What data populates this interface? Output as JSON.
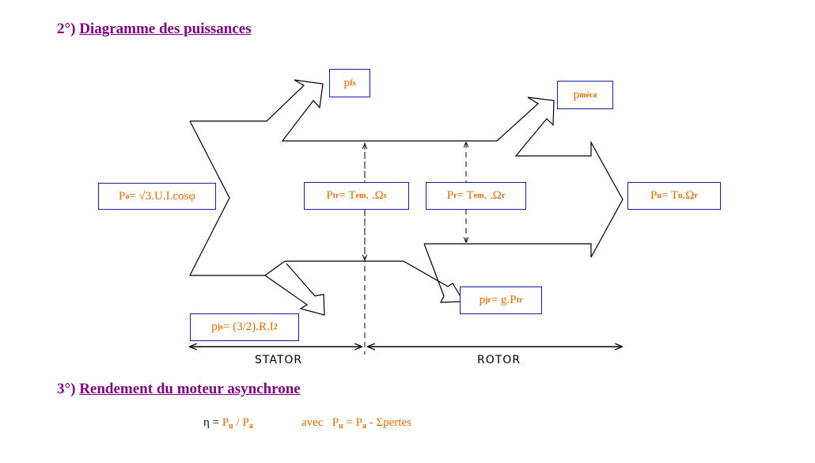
{
  "section2": {
    "number": "2°)",
    "title": "Diagramme des puissances"
  },
  "section3": {
    "number": "3°)",
    "title": "Rendement du moteur asynchrone"
  },
  "boxes": {
    "pa": {
      "main": "P",
      "sub": "a",
      "rest": " = √3.U.I.cosφ"
    },
    "pfs": {
      "main": "p",
      "sub": "fs"
    },
    "pmeca": {
      "main": "p",
      "sub": "méca"
    },
    "ptr": {
      "main": "P",
      "sub": "tr",
      "mid": " = T",
      "sub2": "em",
      "rest": ". .Ω",
      "sub3": "s"
    },
    "pr": {
      "main": "P",
      "sub": "r",
      "mid": " = T",
      "sub2": "em",
      "rest": ". .Ω",
      "sub3": "r"
    },
    "pu": {
      "main": "P",
      "sub": "u",
      "mid": " = T",
      "sub2": "u",
      "rest": ".Ω",
      "sub3": "r"
    },
    "pjr": {
      "main": "p",
      "sub": "jr",
      "mid": " = g.P",
      "sub2": "tr"
    },
    "pjs": {
      "main": "p",
      "sub": "js",
      "mid": " = (3/2).R.I",
      "sup": "2"
    }
  },
  "axis": {
    "stator": "STATOR",
    "rotor": "ROTOR"
  },
  "formula": {
    "eta": "η = ",
    "left_main": "P",
    "left_sub": "u",
    "slash": " / P",
    "left_sub2": "a",
    "avec": "avec",
    "right_main": "P",
    "right_sub": "u",
    "right_mid": " = P",
    "right_sub2": "a",
    "right_rest": " - Σpertes"
  }
}
